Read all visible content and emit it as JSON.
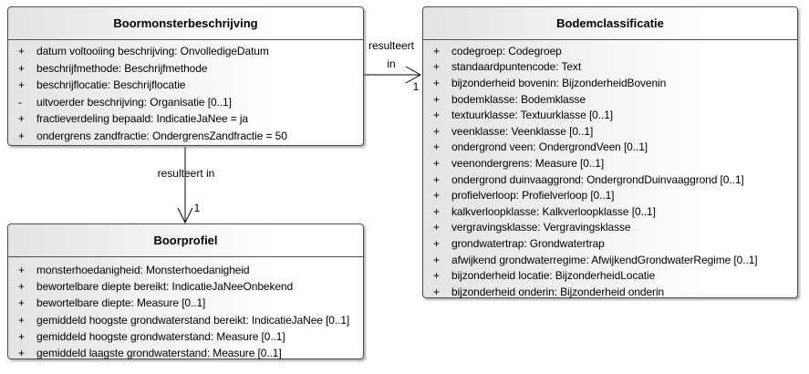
{
  "diagram": {
    "classes": [
      {
        "title": "Boormonsterbeschrijving",
        "attributes": [
          {
            "vis": "+",
            "text": "datum voltooiing beschrijving: OnvolledigeDatum"
          },
          {
            "vis": "+",
            "text": "beschrijfmethode: Beschrijfmethode"
          },
          {
            "vis": "+",
            "text": "beschrijflocatie: Beschrijflocatie"
          },
          {
            "vis": "-",
            "text": "uitvoerder beschrijving: Organisatie [0..1]"
          },
          {
            "vis": "+",
            "text": "fractieverdeling bepaald: IndicatieJaNee = ja"
          },
          {
            "vis": "+",
            "text": "ondergrens zandfractie: OndergrensZandfractie = 50"
          }
        ]
      },
      {
        "title": "Bodemclassificatie",
        "attributes": [
          {
            "vis": "+",
            "text": "codegroep: Codegroep"
          },
          {
            "vis": "+",
            "text": "standaardpuntencode: Text"
          },
          {
            "vis": "+",
            "text": "bijzonderheid bovenin: BijzonderheidBovenin"
          },
          {
            "vis": "+",
            "text": "bodemklasse: Bodemklasse"
          },
          {
            "vis": "+",
            "text": "textuurklasse: Textuurklasse [0..1]"
          },
          {
            "vis": "+",
            "text": "veenklasse: Veenklasse [0..1]"
          },
          {
            "vis": "+",
            "text": "ondergrond veen: OndergrondVeen [0..1]"
          },
          {
            "vis": "+",
            "text": "veenondergrens: Measure [0..1]"
          },
          {
            "vis": "+",
            "text": "ondergrond duinvaaggrond: OndergrondDuinvaaggrond [0..1]"
          },
          {
            "vis": "+",
            "text": "profielverloop: Profielverloop [0..1]"
          },
          {
            "vis": "+",
            "text": "kalkverloopklasse: Kalkverloopklasse [0..1]"
          },
          {
            "vis": "+",
            "text": "vergravingsklasse: Vergravingsklasse"
          },
          {
            "vis": "+",
            "text": "grondwatertrap: Grondwatertrap"
          },
          {
            "vis": "+",
            "text": "afwijkend grondwaterregime: AfwijkendGrondwaterRegime [0..1]"
          },
          {
            "vis": "+",
            "text": "bijzonderheid locatie: BijzonderheidLocatie"
          },
          {
            "vis": "+",
            "text": "bijzonderheid onderin: Bijzonderheid onderin"
          }
        ]
      },
      {
        "title": "Boorprofiel",
        "attributes": [
          {
            "vis": "+",
            "text": "monsterhoedanigheid: Monsterhoedanigheid"
          },
          {
            "vis": "+",
            "text": "bewortelbare diepte bereikt: IndicatieJaNeeOnbekend"
          },
          {
            "vis": "+",
            "text": "bewortelbare diepte: Measure [0..1]"
          },
          {
            "vis": "+",
            "text": "gemiddeld hoogste grondwaterstand bereikt: IndicatieJaNee [0..1]"
          },
          {
            "vis": "+",
            "text": "gemiddeld hoogste grondwaterstand: Measure [0..1]"
          },
          {
            "vis": "+",
            "text": "gemiddeld laagste grondwaterstand: Measure [0..1]"
          }
        ]
      }
    ],
    "associations": [
      {
        "from": "Boormonsterbeschrijving",
        "to": "Bodemclassificatie",
        "label_lines": [
          "resulteert",
          "in"
        ],
        "target_multiplicity": "1"
      },
      {
        "from": "Boormonsterbeschrijving",
        "to": "Boorprofiel",
        "label_lines": [
          "resulteert in"
        ],
        "target_multiplicity": "1"
      }
    ]
  },
  "colors": {
    "box_border": "#4d4d4d",
    "box_fill_start": "#e3e3e3",
    "box_fill_end": "#ffffff",
    "line": "#000000",
    "text": "#000000",
    "background": "#ffffff"
  }
}
